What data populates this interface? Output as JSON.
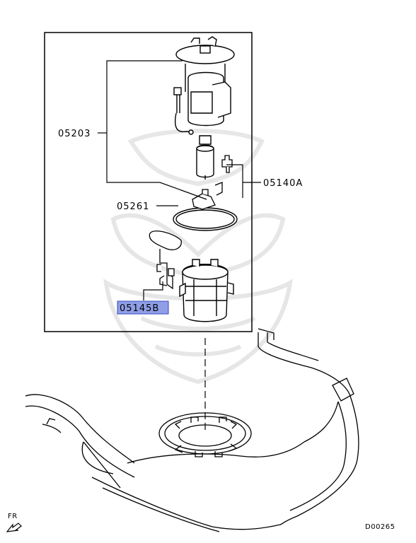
{
  "callouts": {
    "c05203": "05203",
    "c05261": "05261",
    "c05140A": "05140A",
    "c05145B": "05145B"
  },
  "direction_label": "FR",
  "diagram_code": "D00265",
  "colors": {
    "line": "#000000",
    "highlight": "#8f9ee6",
    "highlight_border": "#3a4bbf",
    "watermark": "#e6e6e6"
  },
  "icons": {
    "direction": "arrow-front-icon",
    "watermark": "brand-crest-watermark"
  }
}
